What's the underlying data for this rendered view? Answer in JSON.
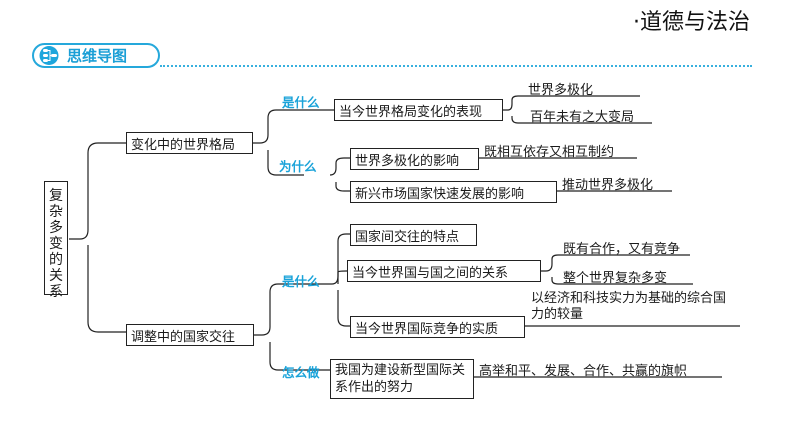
{
  "header": {
    "subject": "·道德与法治",
    "badge_label": "思维导图",
    "badge_icon": "mind-map-icon",
    "accent_color": "#1ea6dc"
  },
  "root": {
    "label_chars": [
      "复",
      "杂",
      "多",
      "变",
      "的",
      "关",
      "系"
    ]
  },
  "branch1": {
    "label": "变化中的世界格局",
    "q1": "是什么",
    "node_a": "当今世界格局变化的表现",
    "leaf_a1": "世界多极化",
    "leaf_a2": "百年未有之大变局",
    "q2": "为什么",
    "node_b": "世界多极化的影响",
    "leaf_b": "既相互依存又相互制约",
    "node_c": "新兴市场国家快速发展的影响",
    "leaf_c": "推动世界多极化"
  },
  "branch2": {
    "label": "调整中的国家交往",
    "q1": "是什么",
    "node_d": "国家间交往的特点",
    "node_e": "当今世界国与国之间的关系",
    "leaf_e1": "既有合作，又有竞争",
    "leaf_e2": "整个世界复杂多变",
    "node_f": "当今世界国际竞争的实质",
    "leaf_f": "以经济和科技实力为基础的综合国力的较量",
    "q2": "怎么做",
    "node_g": "我国为建设新型国际关系作出的努力",
    "leaf_g": "高举和平、发展、合作、共赢的旗帜"
  }
}
